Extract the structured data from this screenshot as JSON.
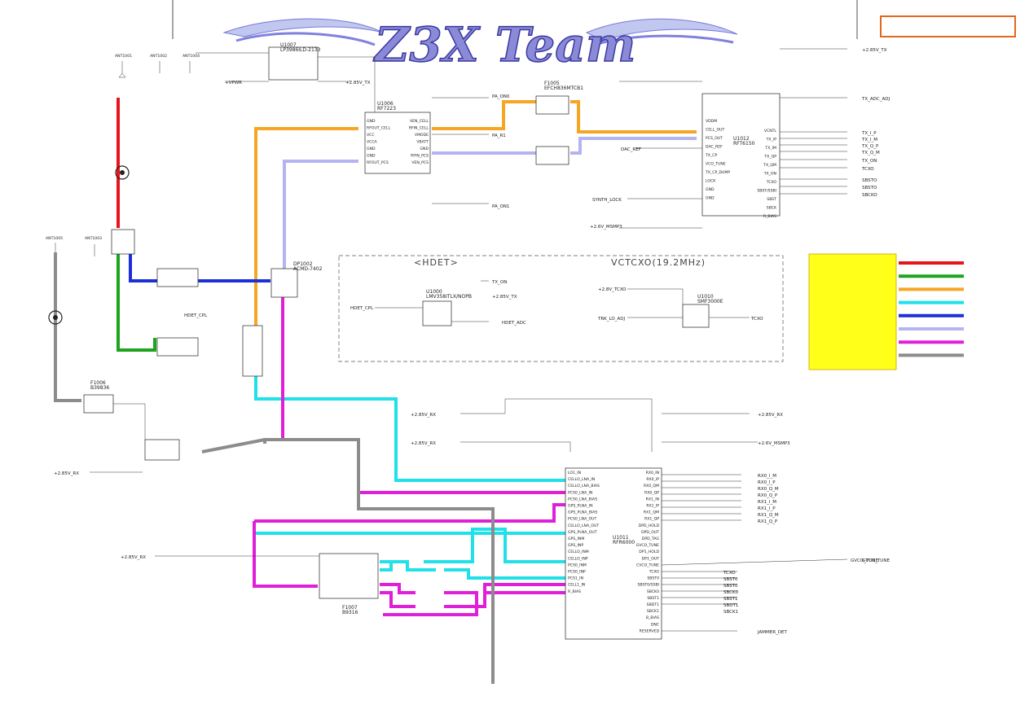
{
  "logo": {
    "text": "Z3X Team"
  },
  "sections": {
    "hdet": "<HDET>",
    "vctcxo": "VCTCXO(19.2MHz)"
  },
  "legend_colors": [
    "#e8141c",
    "#1ea31e",
    "#f5a623",
    "#20e0e8",
    "#1c2fd8",
    "#b4b4f0",
    "#e020d8",
    "#8c8c8c"
  ],
  "components": [
    {
      "ref": "U1006",
      "part": "RF7223",
      "pins_left": [
        "GND",
        "RFOUT_CELL",
        "VCC",
        "VCCA",
        "GND",
        "GND",
        "RFOUT_PCS"
      ],
      "pins_right": [
        "VEN_CELL",
        "RFIN_CELL",
        "VMODE",
        "VBATT",
        "GND",
        "RFIN_PCS",
        "VEN_PCS"
      ]
    },
    {
      "ref": "U1012",
      "part": "RFT6150",
      "pins_left": [
        "VDDM",
        "CELL_OUT",
        "PCS_OUT",
        "DAC_REF",
        "TX_CP",
        "VCO_TUNE",
        "TX_CP_DUMP",
        "LOCK",
        "GND",
        "GND"
      ],
      "pins_right": [
        "VCNTL",
        "TX_IP",
        "TX_IM",
        "TX_QP",
        "TX_QM",
        "TX_ON",
        "TCXO",
        "SBST/SSBI",
        "SBST",
        "SBCK",
        "R_BIAS"
      ]
    },
    {
      "ref": "U1011",
      "part": "RFR6000",
      "pins_left": [
        "LO1_IN",
        "CELLO_LNA_IN",
        "CELLO_LNA_BIAS",
        "PCS0_LNA_IN",
        "PCS0_LNA_BIAS",
        "GPS_PLNA_IN",
        "GPS_PLNA_BIAS",
        "PCS0_LNA_OUT",
        "CELLO_LNA_OUT",
        "GPS_PLNA_OUT",
        "GPS_INM",
        "GPS_INP",
        "CELLO_INM",
        "CELLO_INP",
        "PCS0_INM",
        "PCS0_INP",
        "PCS1_IN",
        "CELL1_IN",
        "R_BIAS"
      ],
      "pins_right": [
        "RX0_IN",
        "RX0_IP",
        "RX0_QM",
        "RX0_QP",
        "RX1_IN",
        "RX1_IP",
        "RX1_QM",
        "RX1_QP",
        "DPD_HOLD",
        "DPD_OUT",
        "DPD_TAG",
        "GVCO_TUNE",
        "DP1_HOLD",
        "DP1_OUT",
        "CVCO_TUNE",
        "TCXO",
        "SBST0",
        "SBST0/SSBI",
        "SBCK0",
        "SBST1",
        "SBDT1",
        "SBCK1",
        "B_BIAS",
        "DNC",
        "RESERVED"
      ]
    },
    {
      "ref": "U1010",
      "part": "SMF3000E"
    },
    {
      "ref": "U1007",
      "part": "LP3986ILD-2133"
    },
    {
      "ref": "F1005",
      "part": "EFCH836MTCB1"
    },
    {
      "ref": "F1006",
      "part": "B39836"
    },
    {
      "ref": "F1007",
      "part": "B9316"
    },
    {
      "ref": "DP1002",
      "part": "ACMD-7402"
    },
    {
      "ref": "U1000",
      "part": "LMV358ITLX/NOPB"
    }
  ],
  "net_labels": {
    "right": [
      "+2.85V_TX",
      "TX_ADC_ADJ",
      "TX_I_P",
      "TX_I_M",
      "TX_Q_P",
      "TX_Q_M",
      "TX_ON",
      "TCXO",
      "SBSTO",
      "SBSTO",
      "SBCKO",
      "+2.85V_RX",
      "+2.6V_MSMP3",
      "RX0_I_M",
      "RX0_I_P",
      "RX0_Q_M",
      "RX0_Q_P",
      "RX1_I_M",
      "RX1_I_P",
      "RX1_Q_M",
      "RX1_Q_P",
      "GVCO_TUNE",
      "JAMMER_DET"
    ],
    "left": [
      "+VPWR",
      "+2.85V_TX",
      "PA_ON0",
      "PA_R1",
      "PA_ON1",
      "+2.6V_MSMP3",
      "SYNTH_LOCK",
      "DAC_REF",
      "HDET_CPL",
      "HDET_CPL",
      "TX_ON",
      "+2.85V_TX",
      "+2.8V_TCXO",
      "TRK_LO_ADJ",
      "TCXO",
      "HDET_ADC",
      "+2.85V_RX",
      "+2.85V_RX",
      "+2.85V_RX",
      "+2.85V_RX",
      "GVCO_TUNE",
      "TCXO",
      "SBST0",
      "SBST0",
      "SBCK0",
      "SBST1",
      "SBDT1",
      "SBCK1"
    ]
  },
  "antennas": [
    "ANT1001",
    "ANT1002",
    "ANT1004",
    "ANT1005",
    "ANT1003"
  ]
}
